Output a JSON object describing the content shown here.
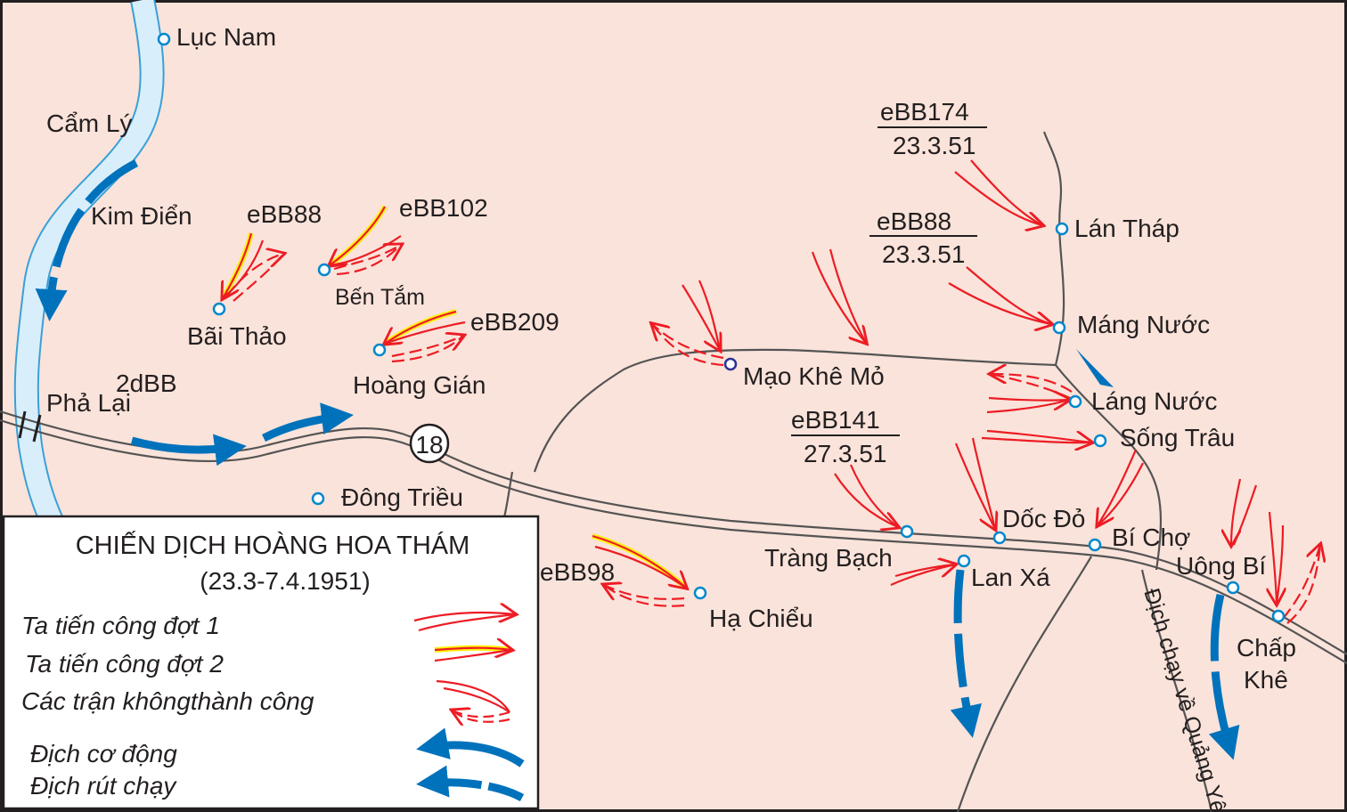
{
  "colors": {
    "background": "#fae3da",
    "river_fill": "#d9eefb",
    "river_edge": "#3aa0d8",
    "road": "#545454",
    "attack": "#ed1c24",
    "attack_wave2_glow": "#fff200",
    "enemy": "#0072bc",
    "place_marker": "#0088cc"
  },
  "places": {
    "luc_nam": "Lục Nam",
    "cam_ly": "Cẩm Lý",
    "kim_dien": "Kim Điển",
    "bai_thao": "Bãi Thảo",
    "ben_tam": "Bến Tắm",
    "hoang_gian": "Hoàng Gián",
    "pha_lai": "Phả Lại",
    "dong_trieu": "Đông Triều",
    "mao_khe_mo": "Mạo Khê Mỏ",
    "lan_thap": "Lán Tháp",
    "mang_nuoc": "Máng Nước",
    "lang_nuoc": "Láng Nước",
    "song_trau": "Sống Trâu",
    "trang_bach": "Tràng Bạch",
    "doc_do": "Dốc Đỏ",
    "bi_cho": "Bí Chợ",
    "lan_xa": "Lan Xá",
    "uong_bi": "Uông Bí",
    "chap_khe_1": "Chấp",
    "chap_khe_2": "Khê",
    "ha_chieu": "Hạ Chiểu"
  },
  "units": {
    "ebb88_west": "eBB88",
    "ebb102": "eBB102",
    "ebb209": "eBB209",
    "dbb2": "2dBB",
    "ebb98": "eBB98",
    "ebb174": "eBB174",
    "ebb174_date": "23.3.51",
    "ebb88_east": "eBB88",
    "ebb88_east_date": "23.3.51",
    "ebb141": "eBB141",
    "ebb141_date": "27.3.51"
  },
  "road_number": "18",
  "retreat_note": "Địch chạy về Quảng Yên",
  "legend": {
    "title": "CHIẾN DỊCH HOÀNG HOA THÁM",
    "dates": "(23.3-7.4.1951)",
    "items": {
      "attack_wave1": "Ta tiến công đợt 1",
      "attack_wave2": "Ta tiến công đợt 2",
      "failed": "Các trận khôngthành công",
      "enemy_move": "Địch cơ động",
      "enemy_retreat": "Địch rút chạy"
    }
  }
}
